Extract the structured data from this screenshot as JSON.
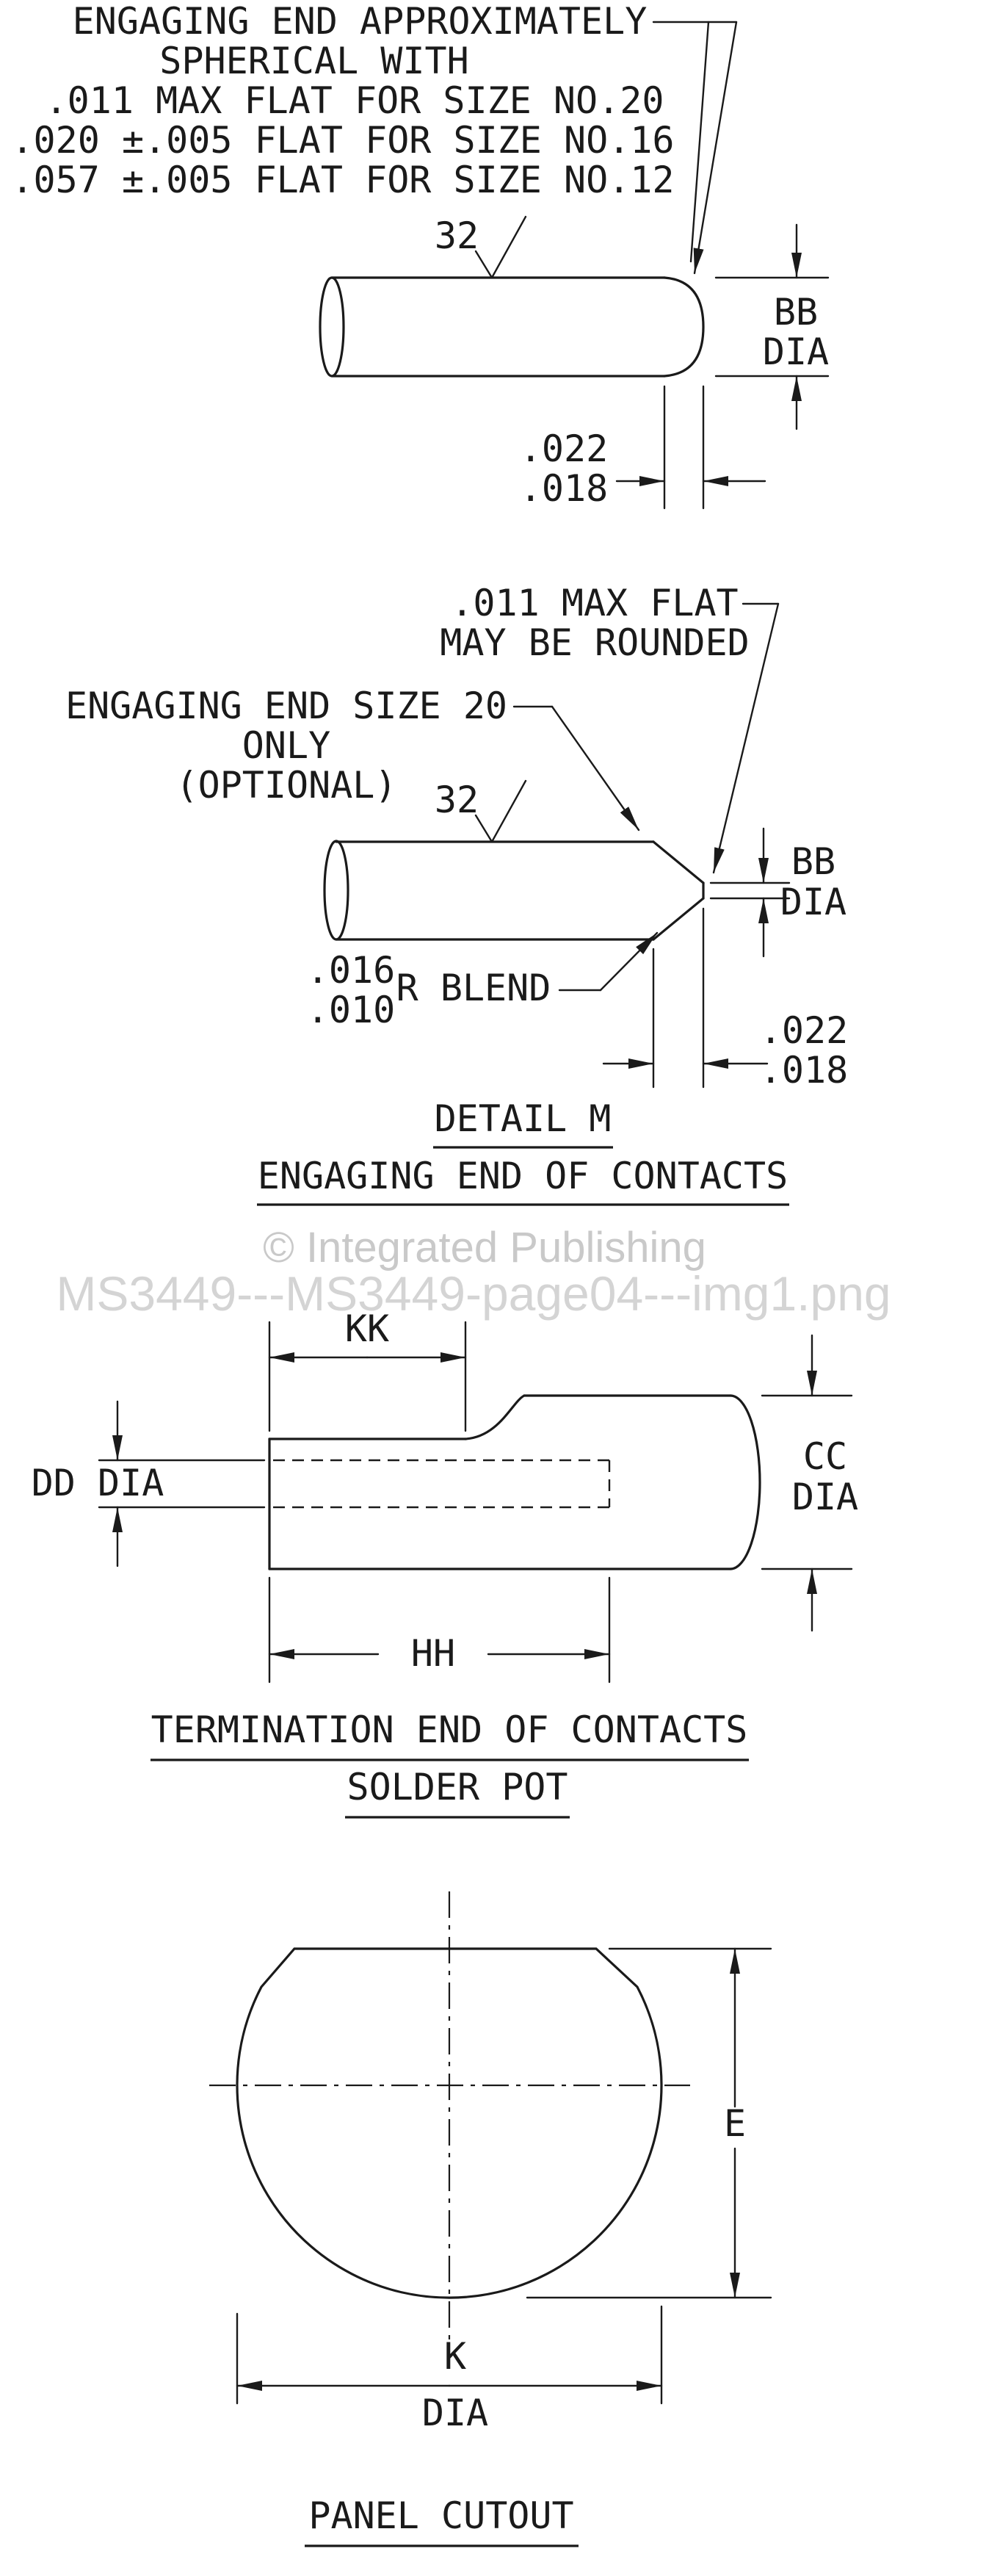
{
  "top_note": {
    "line1": "ENGAGING END APPROXIMATELY",
    "line2": "SPHERICAL WITH",
    "line3": ".011 MAX FLAT FOR SIZE NO.20",
    "line4": ".020 ±.005 FLAT FOR SIZE NO.16",
    "line5": ".057 ±.005 FLAT FOR SIZE NO.12"
  },
  "view1": {
    "surface_finish": "32",
    "dia_line1": "BB",
    "dia_line2": "DIA",
    "tip_dim_upper": ".022",
    "tip_dim_lower": ".018"
  },
  "view2": {
    "flat_note_line1": ".011 MAX FLAT",
    "flat_note_line2": "MAY BE ROUNDED",
    "engaging_note_line1": "ENGAGING END SIZE 20",
    "engaging_note_line2": "ONLY",
    "engaging_note_line3": "(OPTIONAL)",
    "surface_finish": "32",
    "dia_line1": "BB",
    "dia_line2": "DIA",
    "blend_upper": ".016",
    "blend_lower": ".010",
    "blend_label": "R BLEND",
    "tip_dim_upper": ".022",
    "tip_dim_lower": ".018",
    "caption_line1": "DETAIL M",
    "caption_line2": "ENGAGING END OF CONTACTS"
  },
  "watermark": {
    "line1": "© Integrated Publishing",
    "line2": "MS3449---MS3449-page04---img1.png"
  },
  "view3": {
    "dim_kk": "KK",
    "dim_dd": "DD DIA",
    "dim_cc_line1": "CC",
    "dim_cc_line2": "DIA",
    "dim_hh": "HH",
    "caption_line1": "TERMINATION END OF CONTACTS",
    "caption_line2": "SOLDER POT"
  },
  "view4": {
    "dim_e": "E",
    "dim_k_line1": "K",
    "dim_k_line2": "DIA",
    "caption": "PANEL CUTOUT"
  }
}
